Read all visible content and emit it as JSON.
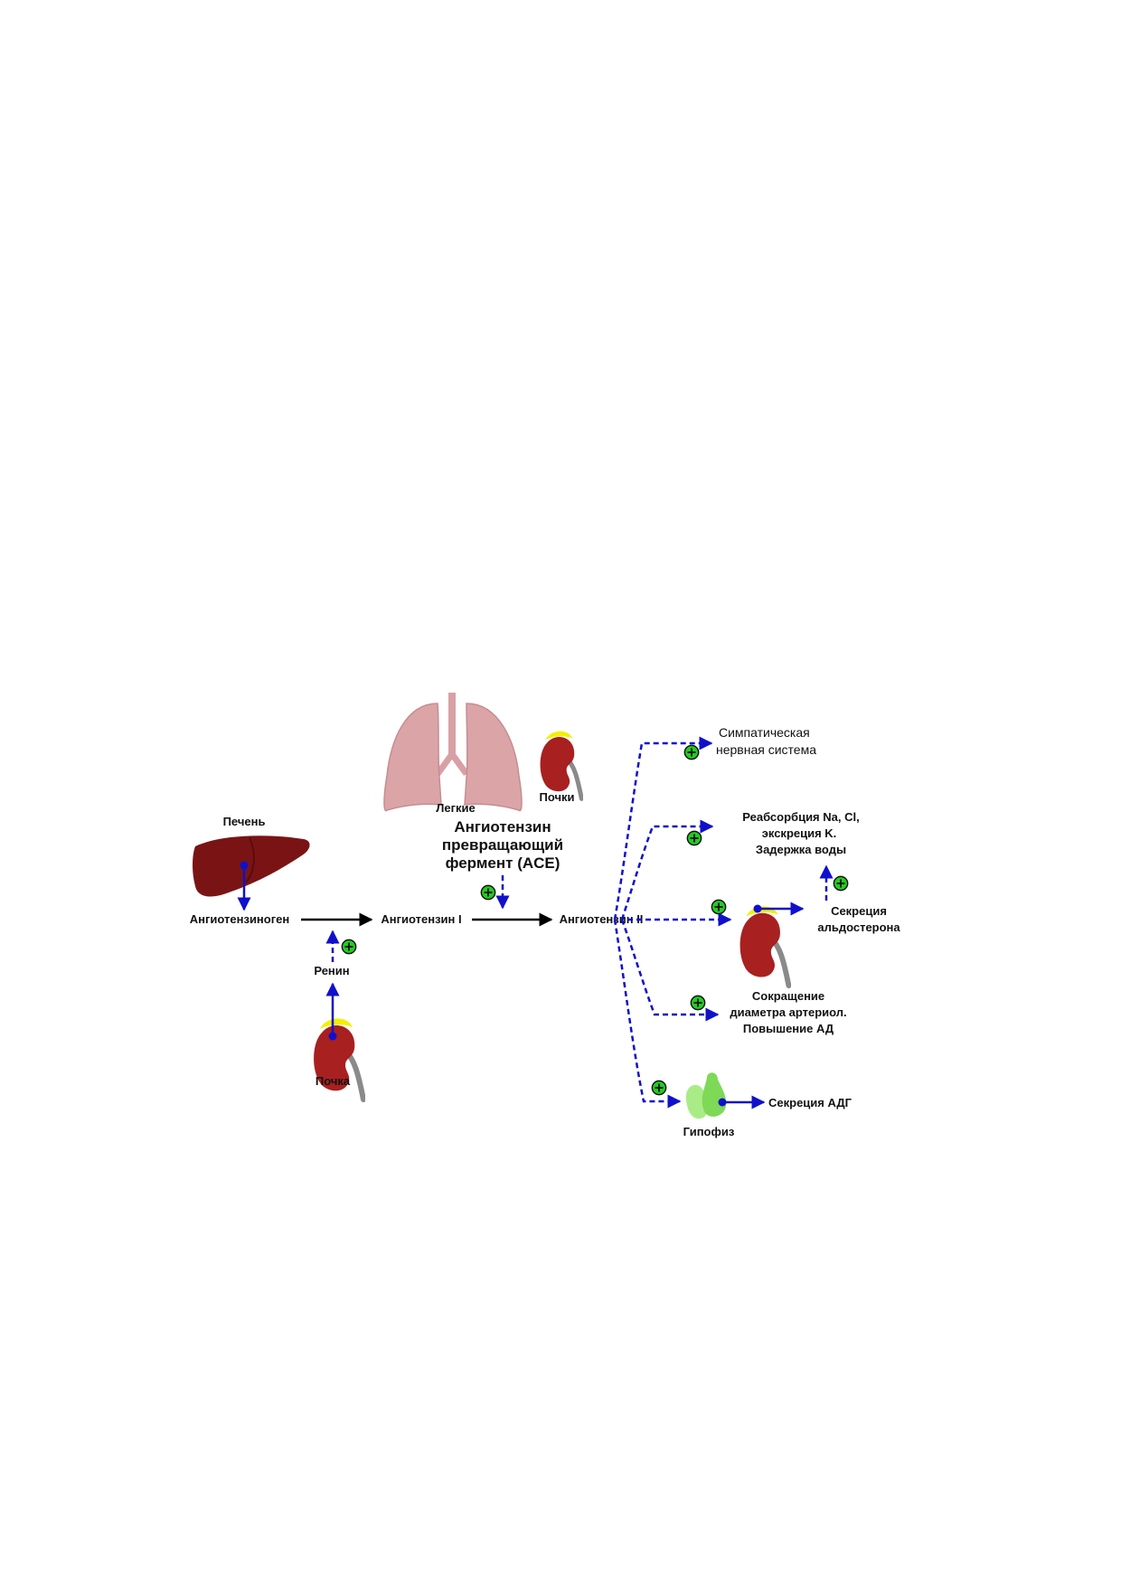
{
  "labels": {
    "liver": "Печень",
    "angiotensinogen": "Ангиотензиноген",
    "angiotensin1": "Ангиотензин I",
    "angiotensin2": "Ангиотензин II",
    "renin": "Ренин",
    "kidney": "Почка",
    "lungs": "Легкие",
    "kidneys": "Почки",
    "ace_line1": "Ангиотензин",
    "ace_line2": "превращающий",
    "ace_line3": "фермент (ACE)",
    "sympathetic_line1": "Симпатическая",
    "sympathetic_line2": "нервная система",
    "reabsorption_line1": "Реабсорбция Na, Cl,",
    "reabsorption_line2": "экскреция K.",
    "reabsorption_line3": "Задержка воды",
    "aldosterone_line1": "Секреция",
    "aldosterone_line2": "альдостерона",
    "arteriole_line1": "Сокращение",
    "arteriole_line2": "диаметра артериол.",
    "arteriole_line3": "Повышение АД",
    "adh_secretion": "Секреция АДГ",
    "pituitary": "Гипофиз"
  },
  "colors": {
    "arrow_main": "#000000",
    "arrow_blue": "#1010cc",
    "plus_fill": "#22cc22",
    "liver": "#7a1414",
    "kidney": "#a82020",
    "adrenal": "#f2f000",
    "lungs": "#dba5a8",
    "pituitary": "#7ed957"
  },
  "icons": [
    "liver-icon",
    "lungs-icon",
    "kidney-icon",
    "pituitary-icon",
    "plus-icon"
  ]
}
